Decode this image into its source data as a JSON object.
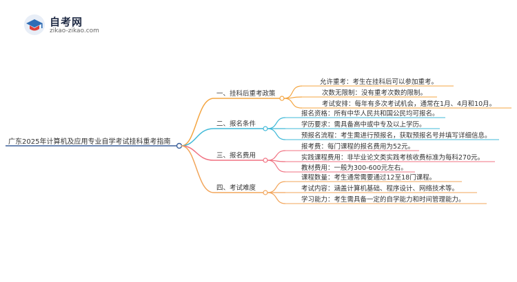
{
  "logo": {
    "name": "自考网",
    "url": "zikao-zikao.com",
    "icon": "graduation-cap-icon"
  },
  "root": {
    "label": "广东2025年计算机及应用专业自学考试挂科重考指南"
  },
  "branches": [
    {
      "label": "一、挂科后重考政策",
      "color": "#f4a540",
      "items": [
        "允许重考：考生在挂科后可以参加重考。",
        "次数无限制：没有重考次数的限制。",
        "考试安排：每年有多次考试机会，通常在1月、4月和10月。"
      ]
    },
    {
      "label": "二、报名条件",
      "color": "#3fb9d8",
      "items": [
        "报名资格：所有中华人民共和国公民均可报名。",
        "学历要求：需具备高中或中专及以上学历。",
        "预报名流程：考生需进行预报名，获取预报名号并填写详细信息。"
      ]
    },
    {
      "label": "三、报名费用",
      "color": "#f07080",
      "items": [
        "报考费：每门课程的报名费用为52元。",
        "实践课程费用：非毕业论文类实践考核收费标准为每科270元。",
        "教材费用：一般为300-600元左右。"
      ]
    },
    {
      "label": "四、考试难度",
      "color": "#f2a55a",
      "items": [
        "课程数量：考生通常需要通过12至18门课程。",
        "考试内容：涵盖计算机基础、程序设计、网络技术等。",
        "学习能力：考生需具备一定的自学能力和时间管理能力。"
      ]
    }
  ],
  "colors": {
    "root_line": "#3a5f9a",
    "b1": "#f4a540",
    "b2": "#3fb9d8",
    "b3": "#f07080",
    "b4": "#f2a55a"
  }
}
